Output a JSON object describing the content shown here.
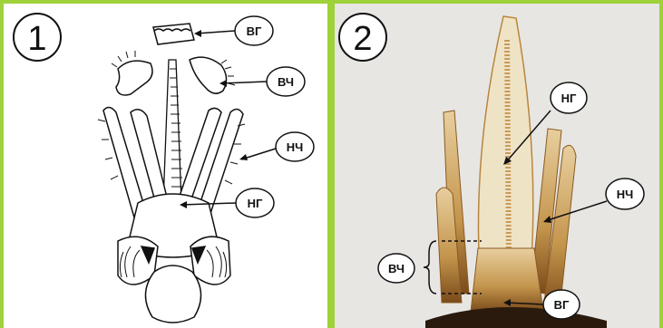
{
  "panel_1": {
    "number": "1",
    "labels": {
      "vg": "ВГ",
      "vch": "ВЧ",
      "nch": "НЧ",
      "ng": "НГ"
    }
  },
  "panel_2": {
    "number": "2",
    "labels": {
      "ng": "НГ",
      "nch": "НЧ",
      "vch": "ВЧ",
      "vg": "ВГ"
    }
  },
  "colors": {
    "frame": "#9fd13a",
    "photo_bg": "#e7e6e3",
    "specimen": "#b8863d"
  }
}
